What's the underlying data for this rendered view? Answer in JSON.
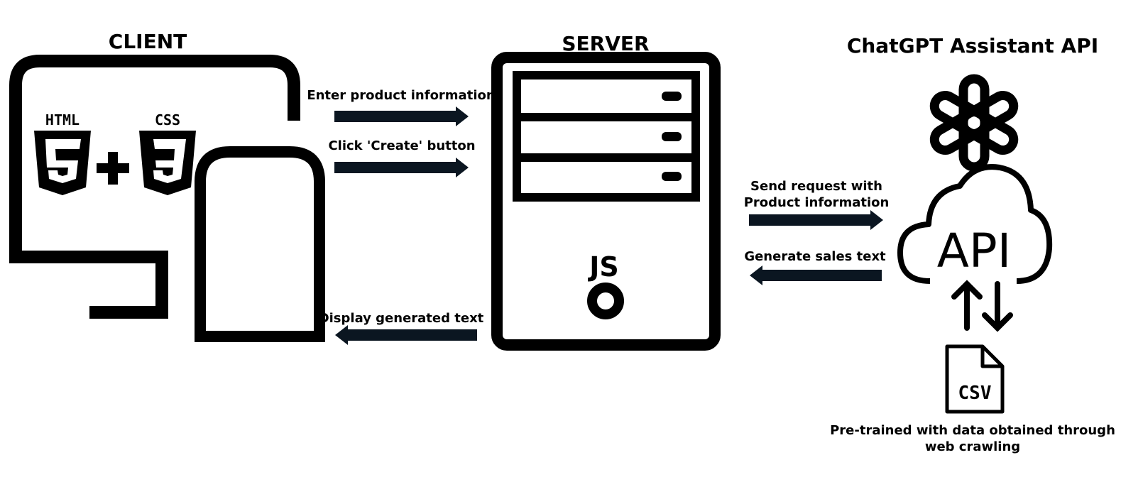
{
  "client": {
    "title": "CLIENT",
    "html_badge": "HTML",
    "css_badge": "CSS"
  },
  "server": {
    "title": "SERVER",
    "js_logo": "JS"
  },
  "api": {
    "title": "ChatGPT Assistant API",
    "cloud_label": "API",
    "csv_label": "CSV",
    "caption_line1": "Pre-trained with data obtained through",
    "caption_line2": "web crawling"
  },
  "flows": {
    "enter_product": "Enter product information",
    "click_create": "Click 'Create' button",
    "display_text": "Display generated text",
    "send_request_line1": "Send request with",
    "send_request_line2": "Product information",
    "generate_text": "Generate sales text"
  },
  "icons": [
    "monitor-icon",
    "html5-logo-icon",
    "css3-logo-icon",
    "plus-icon",
    "mobile-phone-icon",
    "server-tower-icon",
    "nodejs-logo-icon",
    "openai-logo-icon",
    "cloud-api-icon",
    "up-down-arrows-icon",
    "csv-file-icon",
    "arrow-right-icon",
    "arrow-left-icon"
  ],
  "colors": {
    "stroke": "#000000",
    "arrow_fill": "#0b1621",
    "background": "#ffffff"
  }
}
